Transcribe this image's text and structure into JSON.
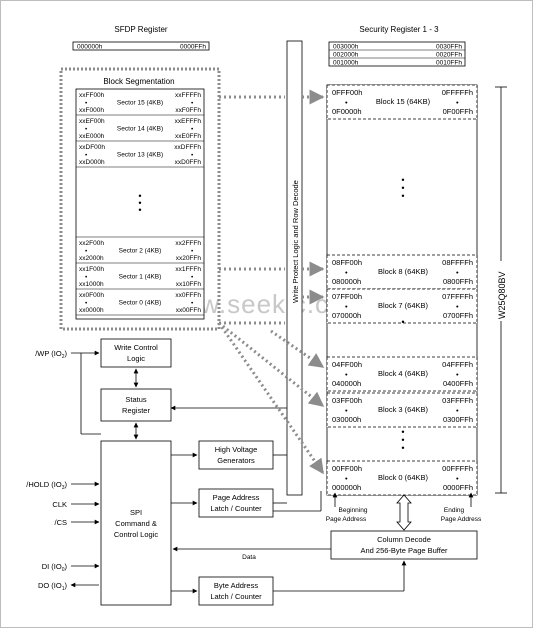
{
  "sfdp": {
    "title": "SFDP Register",
    "start": "000000h",
    "end": "0000FFh"
  },
  "security": {
    "title": "Security Register 1 - 3",
    "rows": [
      {
        "start": "003000h",
        "end": "0030FFh"
      },
      {
        "start": "002000h",
        "end": "0020FFh"
      },
      {
        "start": "001000h",
        "end": "0010FFh"
      }
    ]
  },
  "block_segmentation": {
    "title": "Block Segmentation",
    "sectors_top": [
      {
        "hi_left": "xxFF00h",
        "hi_right": "xxFFFFh",
        "label": "Sector 15 (4KB)",
        "lo_left": "xxF000h",
        "lo_right": "xxF0FFh"
      },
      {
        "hi_left": "xxEF00h",
        "hi_right": "xxEFFFh",
        "label": "Sector 14 (4KB)",
        "lo_left": "xxE000h",
        "lo_right": "xxE0FFh"
      },
      {
        "hi_left": "xxDF00h",
        "hi_right": "xxDFFFh",
        "label": "Sector 13 (4KB)",
        "lo_left": "xxD000h",
        "lo_right": "xxD0FFh"
      }
    ],
    "sectors_bottom": [
      {
        "hi_left": "xx2F00h",
        "hi_right": "xx2FFFh",
        "label": "Sector 2 (4KB)",
        "lo_left": "xx2000h",
        "lo_right": "xx20FFh"
      },
      {
        "hi_left": "xx1F00h",
        "hi_right": "xx1FFFh",
        "label": "Sector 1 (4KB)",
        "lo_left": "xx1000h",
        "lo_right": "xx10FFh"
      },
      {
        "hi_left": "xx0F00h",
        "hi_right": "xx0FFFh",
        "label": "Sector 0 (4KB)",
        "lo_left": "xx0000h",
        "lo_right": "xx00FFh"
      }
    ]
  },
  "blocks": [
    {
      "hi_left": "0FFF00h",
      "hi_right": "0FFFFFh",
      "label": "Block 15 (64KB)",
      "lo_left": "0F0000h",
      "lo_right": "0F00FFh"
    },
    {
      "hi_left": "08FF00h",
      "hi_right": "08FFFFh",
      "label": "Block 8 (64KB)",
      "lo_left": "080000h",
      "lo_right": "0800FFh"
    },
    {
      "hi_left": "07FF00h",
      "hi_right": "07FFFFh",
      "label": "Block 7 (64KB)",
      "lo_left": "070000h",
      "lo_right": "0700FFh"
    },
    {
      "hi_left": "04FF00h",
      "hi_right": "04FFFFh",
      "label": "Block 4 (64KB)",
      "lo_left": "040000h",
      "lo_right": "0400FFh"
    },
    {
      "hi_left": "03FF00h",
      "hi_right": "03FFFFh",
      "label": "Block 3 (64KB)",
      "lo_left": "030000h",
      "lo_right": "0300FFh"
    },
    {
      "hi_left": "00FF00h",
      "hi_right": "00FFFFh",
      "label": "Block 0 (64KB)",
      "lo_left": "000000h",
      "lo_right": "0000FFh"
    }
  ],
  "vertical_decode": "Write Protect Logic and Row Decode",
  "chip_name": "W25Q80BV",
  "boxes": {
    "write_control": [
      "Write Control",
      "Logic"
    ],
    "status_register": [
      "Status",
      "Register"
    ],
    "high_voltage": [
      "High Voltage",
      "Generators"
    ],
    "page_address_latch": [
      "Page Address",
      "Latch / Counter"
    ],
    "spi_logic": [
      "SPI",
      "Command &",
      "Control Logic"
    ],
    "byte_address_latch": [
      "Byte Address",
      "Latch / Counter"
    ],
    "column_decode": [
      "Column Decode",
      "And 256-Byte Page Buffer"
    ]
  },
  "labels": {
    "beginning_page_address": [
      "Beginning",
      "Page Address"
    ],
    "ending_page_address": [
      "Ending",
      "Page Address"
    ],
    "data": "Data"
  },
  "pins": [
    {
      "name": "/WP (IO",
      "sub": "2",
      "suffix": ")"
    },
    {
      "name": "/HOLD (IO",
      "sub": "3",
      "suffix": ")"
    },
    {
      "name": "CLK",
      "sub": "",
      "suffix": ""
    },
    {
      "name": "/CS",
      "sub": "",
      "suffix": ""
    },
    {
      "name": "DI (IO",
      "sub": "0",
      "suffix": ")"
    },
    {
      "name": "DO (IO",
      "sub": "1",
      "suffix": ")"
    }
  ],
  "ellipsis": "•",
  "watermark": "www.seekic.com"
}
